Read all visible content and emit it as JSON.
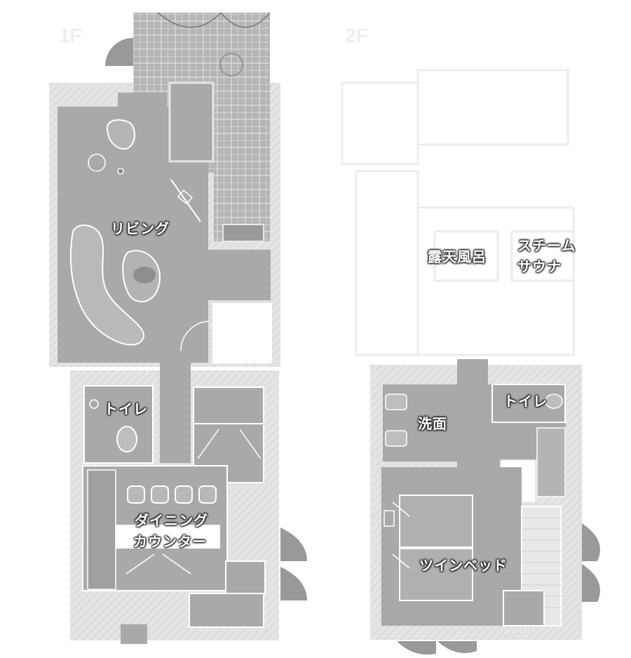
{
  "floors": [
    {
      "id": "1f",
      "name": "1F"
    },
    {
      "id": "2f",
      "name": "2F"
    }
  ],
  "rooms": {
    "living": "リビング",
    "toilet_1f": "トイレ",
    "dining_line1": "ダイニング",
    "dining_line2": "カウンター",
    "bath": "露天風呂",
    "steam_line1": "スチーム",
    "steam_line2": "サウナ",
    "washroom": "洗面",
    "toilet_2f": "トイレ",
    "twin_bed": "ツインベッド"
  },
  "colors": {
    "wall": "#dcdcdc",
    "room_fill": "#a9a9a9",
    "deck_fill": "#b7b7b7",
    "line": "#ffffff",
    "label_text": "#ffffff"
  }
}
